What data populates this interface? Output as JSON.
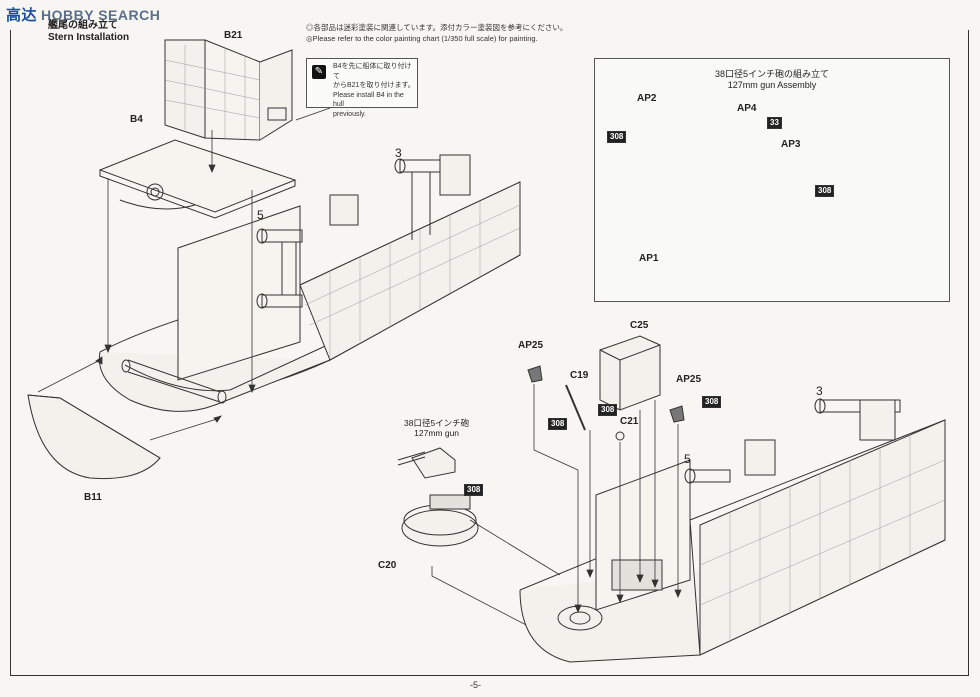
{
  "header": {
    "logo_mark": "高达",
    "logo_text": "HOBBY SEARCH",
    "step_title_jp": "艦尾の組み立て",
    "step_title_en": "Stern Installation"
  },
  "notes": {
    "line1": "◎各部品は迷彩塗装に関連しています。添付カラー塗装図を参考にください。",
    "line2": "◎Please refer to the color painting chart (1/350 full scale) for painting.",
    "box_jp_1": "B4を先に船体に取り付けて",
    "box_jp_2": "からB21を取り付けます。",
    "box_en_1": "Please install B4 in the hull",
    "box_en_2": "previously."
  },
  "parts": {
    "b21": "B21",
    "b4": "B4",
    "b11": "B11",
    "c20": "C20",
    "c25": "C25",
    "c19": "C19",
    "c21": "C21",
    "ap25_left": "AP25",
    "ap25_right": "AP25",
    "ap1": "AP1",
    "ap2": "AP2",
    "ap3": "AP3",
    "ap4": "AP4"
  },
  "inset": {
    "title_jp": "38口径5インチ砲の組み立て",
    "title_en": "127mm gun Assembly"
  },
  "gun_caption": {
    "jp": "38口径5インチ砲",
    "en": "127mm gun"
  },
  "color_codes": {
    "c308": "308",
    "c33": "33"
  },
  "frame_numbers": {
    "n3": "3",
    "n5": "5"
  },
  "page_number": "-5-",
  "colors": {
    "line": "#333333",
    "hull_fill": "#f2f1ec",
    "logo_blue": "#1a4fa0"
  }
}
